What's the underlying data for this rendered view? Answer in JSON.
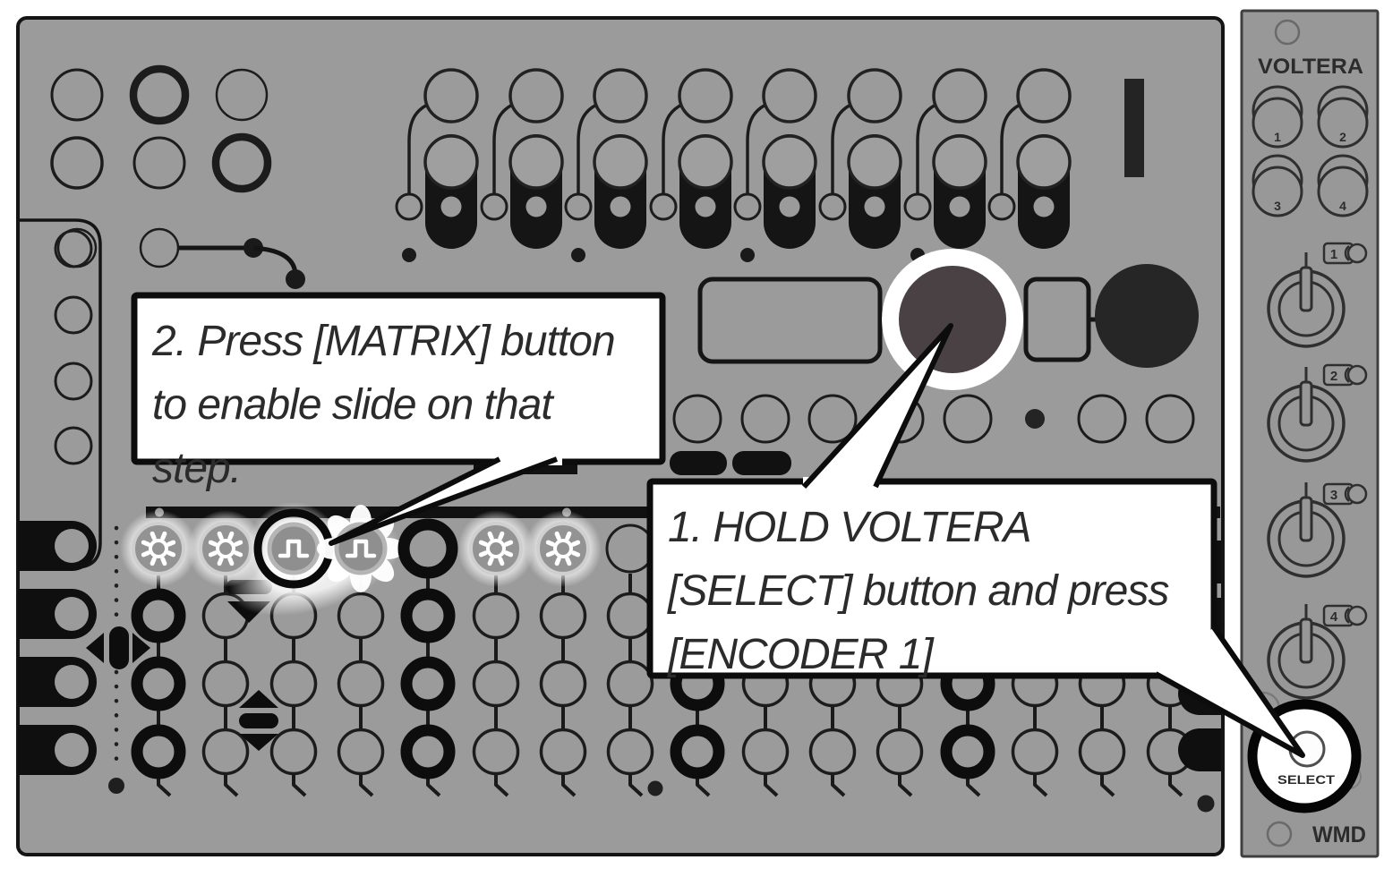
{
  "callouts": {
    "step1": {
      "lines": [
        "1. HOLD VOLTERA",
        "[SELECT] button and press",
        "[ENCODER 1]"
      ]
    },
    "step2": {
      "lines": [
        "2. Press [MATRIX] button",
        "to enable slide on that",
        "step."
      ]
    }
  },
  "main_panel": {
    "matrix_row_buttons": [
      "gear",
      "gear",
      "pulse",
      "pulse",
      "ring",
      "gear",
      "gear",
      "plain"
    ],
    "highlighted_matrix_button": 2,
    "flower_glow_button": 3,
    "step_columns": 16,
    "accent_step_columns": [
      0,
      4,
      8,
      12
    ],
    "slider_channels": 8,
    "circle_row_dot_col": 13
  },
  "voltera_panel": {
    "title": "VOLTERA",
    "encoder_labels": [
      "1",
      "2",
      "3",
      "4"
    ],
    "cv_badge_labels": [
      "1",
      "2",
      "3",
      "4"
    ],
    "select_label": "SELECT",
    "brand": "WMD"
  },
  "colors": {
    "panel_gray": "#9b9b9b",
    "expander_gray": "#989898",
    "ink_black": "#111111",
    "panel_outline": "#141414",
    "encoder_knob_dark": "#4a4145",
    "spotlight_white": "#ffffff",
    "callout_text": "#2b2b2b"
  }
}
